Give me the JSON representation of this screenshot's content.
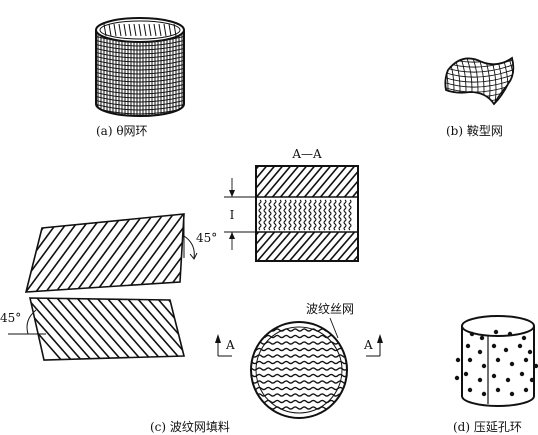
{
  "captions": {
    "a": "(a) θ网环",
    "b": "(b) 鞍型网",
    "c": "(c) 波纹网填料",
    "d": "(d) 压延孔环"
  },
  "labels": {
    "section_title": "A—A",
    "dimension_mark": "I",
    "angle_upper": "45°",
    "angle_lower": "45°",
    "mesh_label": "波纹丝网",
    "section_left": "A",
    "section_right": "A"
  }
}
